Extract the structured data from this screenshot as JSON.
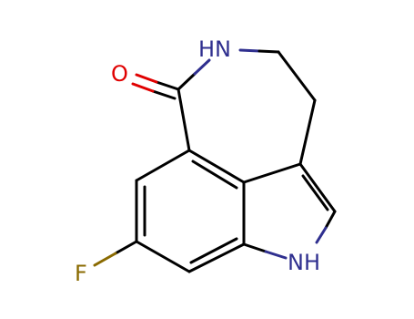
{
  "molecule": {
    "atoms": {
      "nh_amide": "HN",
      "oxygen": "O",
      "nh_indole": "NH",
      "fluorine": "F"
    },
    "colors": {
      "bond": "#000000",
      "nitrogen": "#2f2f8f",
      "oxygen": "#e00000",
      "fluorine": "#8a6a00"
    }
  }
}
